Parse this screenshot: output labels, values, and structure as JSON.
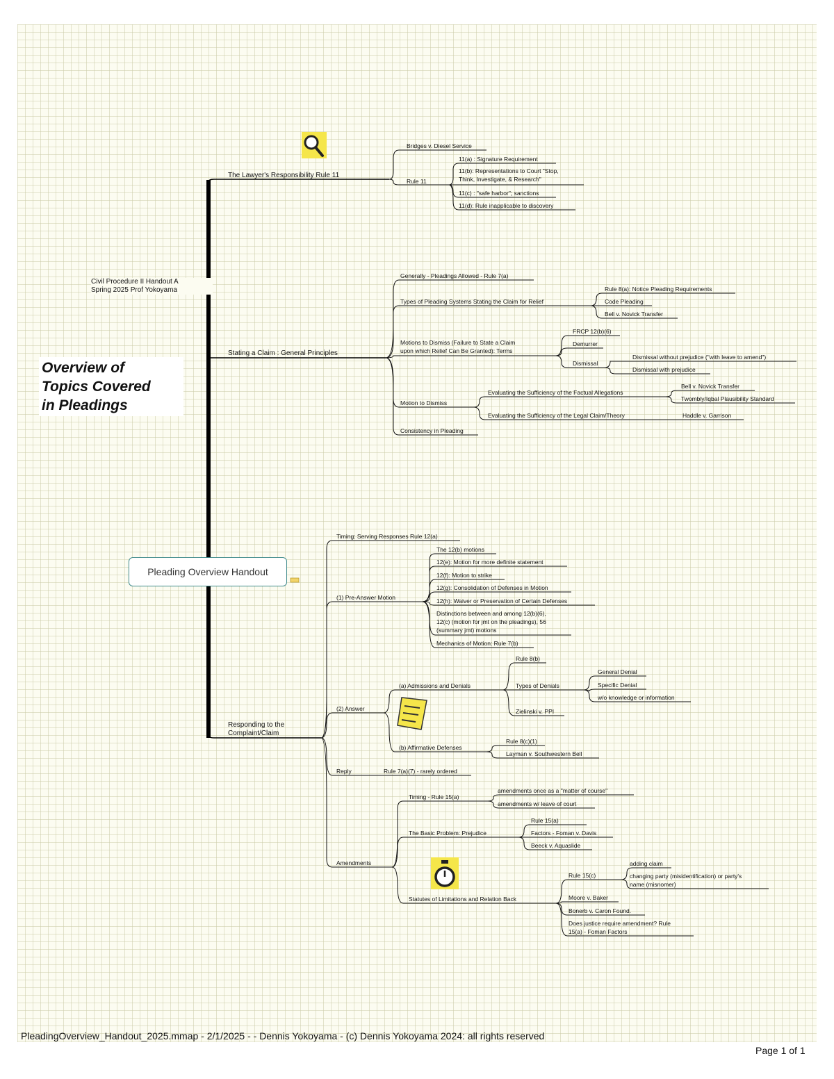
{
  "map_title": [
    "Civil Procedure II Handout A",
    "Spring 2025 Prof Yokoyama"
  ],
  "overview_title": [
    "Overview of",
    "Topics Covered",
    "in Pleadings"
  ],
  "root": "Pleading Overview Handout",
  "branches": {
    "lawyers_responsibility": {
      "title": "The Lawyer's Responsibility Rule 11",
      "bridges": "Bridges v. Diesel Service",
      "rule11": "Rule 11",
      "r11a": "11(a) : Signature Requirement",
      "r11b": [
        "11(b): Representations to Court \"Stop,",
        "Think, Investigate, & Research\""
      ],
      "r11c": "11(c) : \"safe harbor\"; sanctions",
      "r11d": "11(d): Rule inapplicable to discovery"
    },
    "stating_a_claim": {
      "title": "Stating a Claim : General Principles",
      "generally": "Generally - Pleadings Allowed - Rule 7(a)",
      "types": "Types of Pleading Systems Stating the Claim for Relief",
      "rule8": "Rule 8(a): Notice Pleading Requirements",
      "code": "Code Pleading",
      "bell1": "Bell v. Novick Transfer",
      "motions_terms": [
        "Motions to Dismiss (Failure to State a Claim",
        "upon which Relief Can Be Granted): Terms"
      ],
      "frcp": "FRCP 12(b)(6)",
      "demurrer": "Demurrer",
      "dismissal": "Dismissal",
      "without_prej": "Dismissal without prejudice (\"with leave to amend\")",
      "with_prej": "Dismissal with prejudice",
      "motion_dismiss": "Motion to Dismiss",
      "eval_factual": "Evaluating the Sufficiency of the Factual Allegations",
      "bell2": "Bell v. Novick Transfer",
      "twombly": "Twombly/Iqbal Plausibility Standard",
      "eval_legal": "Evaluating the Sufficiency of the Legal Claim/Theory",
      "haddle": "Haddle v. Garrison",
      "consistency": "Consistency in Pleading"
    },
    "responding": {
      "title": [
        "Responding to the",
        "Complaint/Claim"
      ],
      "timing": "Timing: Serving Responses Rule 12(a)",
      "pre_answer": "(1) Pre-Answer Motion",
      "pa1": "The 12(b) motions",
      "pa2": "12(e): Motion for more definite statement",
      "pa3": "12(f): Motion to strike",
      "pa4": "12(g): Consolidation of Defenses in Motion",
      "pa5": "12(h): Waiver or Preservation of Certain Defenses",
      "pa6": [
        "Distinctions between and among 12(b)(6),",
        "12(c) (motion for jmt on the pleadings), 56",
        "(summary jmt) motions"
      ],
      "pa7": "Mechanics of Motion: Rule 7(b)",
      "answer": "(2) Answer",
      "admissions": "(a) Admissions and Denials",
      "rule8b": "Rule 8(b)",
      "types_denials": "Types of Denials",
      "general_denial": "General Denial",
      "specific_denial": "Specific Denial",
      "wo_knowledge": "w/o knowledge or information",
      "zielinski": "Zielinski v. PPI",
      "affirmative": "(b) Affirmative Defenses",
      "rule8c": "Rule 8(c)(1)",
      "layman": "Layman v. Southwestern Bell",
      "reply": "Reply",
      "reply_rule": "Rule 7(a)(7) - rarely ordered",
      "amendments": "Amendments",
      "timing15": "Timing - Rule 15(a)",
      "matter_course": "amendments once as a \"matter of course\"",
      "leave_court": "amendments w/ leave of court",
      "basic_problem": "The Basic Problem: Prejudice",
      "rule15a": "Rule 15(a)",
      "foman": "Factors - Foman v. Davis",
      "beeck": "Beeck v. Aquaslide",
      "statutes": "Statutes of Limitations and Relation Back",
      "rule15c": "Rule 15(c)",
      "adding": "adding claim",
      "changing": [
        "changing party (misidentification) or party's",
        "name (misnomer)"
      ],
      "moore": "Moore v. Baker",
      "bonerb": "Bonerb v. Caron Found.",
      "justice": [
        "Does justice require amendment? Rule",
        "15(a) - Foman Factors"
      ]
    }
  },
  "footer": {
    "left": "PleadingOverview_Handout_2025.mmap - 2/1/2025 -  - Dennis Yokoyama -  (c) Dennis Yokoyama 2024: all rights reserved",
    "right": "Page 1 of 1"
  },
  "icons": [
    "magnifier-icon",
    "checklist-icon",
    "stopwatch-icon",
    "note-icon"
  ],
  "colors": {
    "background": "#fcfcf1",
    "grid": "#cdcdaa",
    "root_border": "#3f8a8c",
    "connector": "#111111",
    "icon_yellow": "#f5e64a"
  }
}
